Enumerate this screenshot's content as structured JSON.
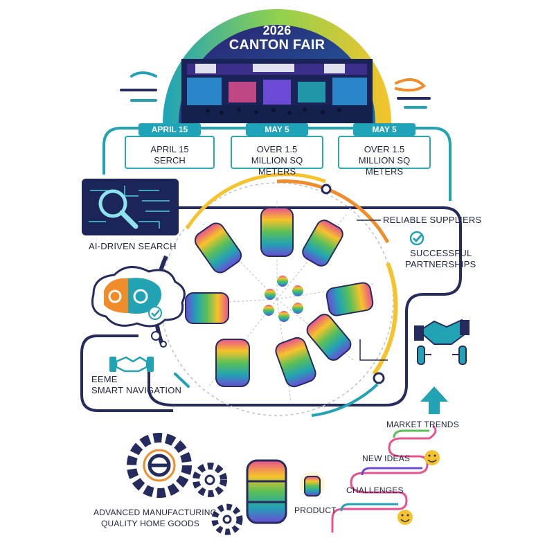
{
  "header": {
    "year": "2026",
    "title": "CANTON FAIR"
  },
  "timeline": {
    "tabs": [
      "APRIL 15",
      "MAY 5",
      "MAY 5"
    ],
    "boxes": [
      {
        "line1": "APRIL 15",
        "line2": "SERCH"
      },
      {
        "line1": "OVER 1.5",
        "line2": "MILLION SQ METERS"
      },
      {
        "line1": "OVER 1.5",
        "line2": "MILLION SQ METERS"
      }
    ]
  },
  "labels": {
    "ai_search": "AI-DRIVEN SEARCH",
    "reliable": "RELIABLE SUPPLIERS",
    "success_1": "SUCCESSFUL",
    "success_2": "PARTNERSHIPS",
    "nav_1": "EEME",
    "nav_2": "SMART NAVIGATION",
    "market_trends": "MARKET TRENDS",
    "new_ideas": "NEW IDEAS",
    "challenges": "CHALLENGES",
    "product": "PRODUCT",
    "adv_1": "ADVANCED MANUFACTURING",
    "adv_2": "QUALITY HOME GOODS"
  },
  "colors": {
    "navy": "#262b5e",
    "teal": "#22a3b3",
    "yellow": "#f6c32a",
    "orange": "#f08c2a",
    "pink": "#e9508f",
    "green": "#5bbf58"
  },
  "icons": [
    "magnifier-icon",
    "gear-icon",
    "handshake-icon",
    "checkmark-icon",
    "arrow-up-icon",
    "smiley-icon"
  ]
}
